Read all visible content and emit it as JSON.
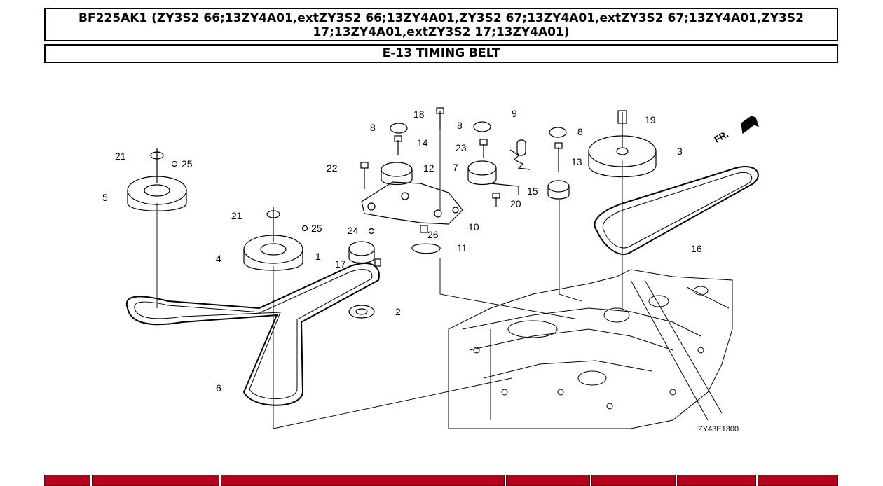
{
  "header": {
    "title_line1": "BF225AK1 (ZY3S2 66;13ZY4A01,extZY3S2 66;13ZY4A01,ZY3S2 67;13ZY4A01,extZY3S2 67;13ZY4A01,ZY3S2",
    "title_line2": "17;13ZY4A01,extZY3S2 17;13ZY4A01)",
    "section": "E-13 TIMING BELT"
  },
  "diagram": {
    "code": "ZY43E1300",
    "direction_label": "FR.",
    "callouts": [
      "1",
      "2",
      "3",
      "4",
      "5",
      "6",
      "7",
      "8",
      "8",
      "8",
      "9",
      "10",
      "11",
      "12",
      "13",
      "14",
      "15",
      "16",
      "17",
      "18",
      "19",
      "20",
      "21",
      "21",
      "22",
      "23",
      "24",
      "25",
      "25",
      "26"
    ]
  },
  "parts_table": {
    "header_color": "#b7011c"
  }
}
